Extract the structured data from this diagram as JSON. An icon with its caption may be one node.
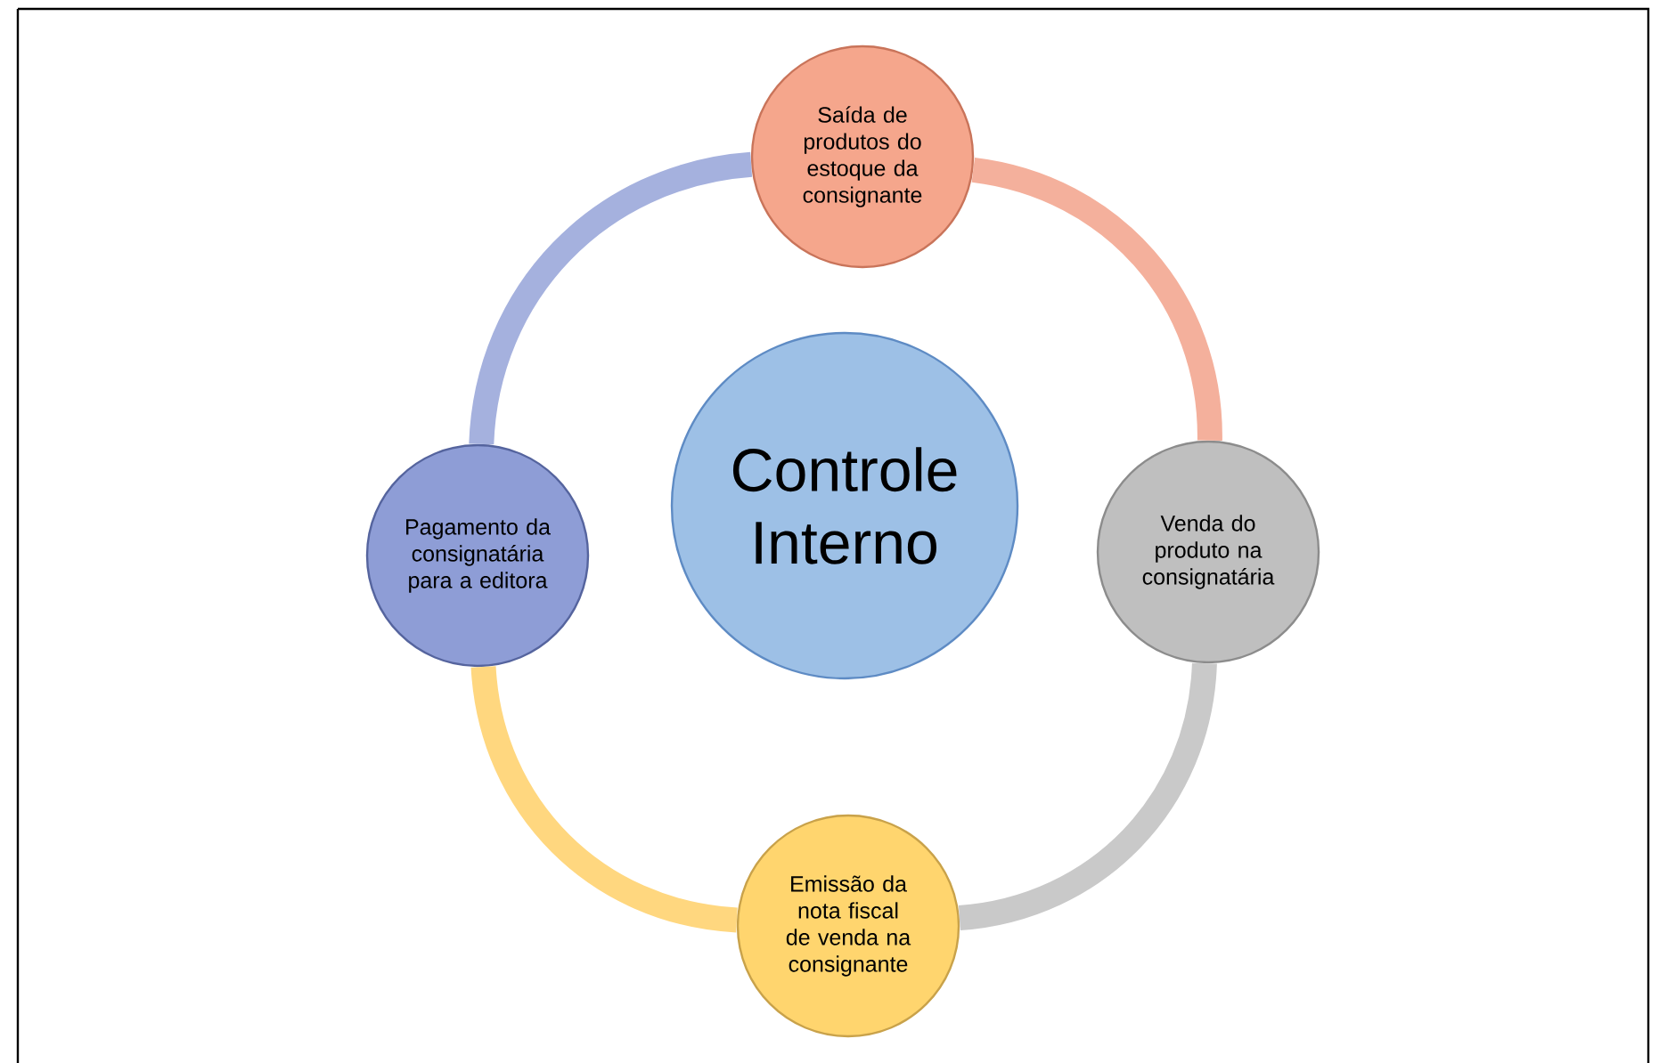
{
  "diagram": {
    "nodes": [
      {
        "text": [
          "Controle Interno"
        ]
      },
      {
        "text": [
          "Saída de produtos do estoque da consignante"
        ]
      },
      {
        "text": [
          "Venda do produto na consignatária"
        ]
      },
      {
        "text": [
          "Emissão da nota fiscal de venda na consignante"
        ]
      },
      {
        "text": [
          "Pagamento da consignatária para a editora"
        ]
      }
    ],
    "edges": [
      {
        "from": 1,
        "to": 2,
        "arrow": "none",
        "color": "#f4b09c"
      },
      {
        "from": 2,
        "to": 3,
        "arrow": "none",
        "color": "#c9c9c9"
      },
      {
        "from": 3,
        "to": 4,
        "arrow": "none",
        "color": "#ffd77f"
      },
      {
        "from": 4,
        "to": 1,
        "arrow": "none",
        "color": "#a5b1de"
      }
    ]
  }
}
